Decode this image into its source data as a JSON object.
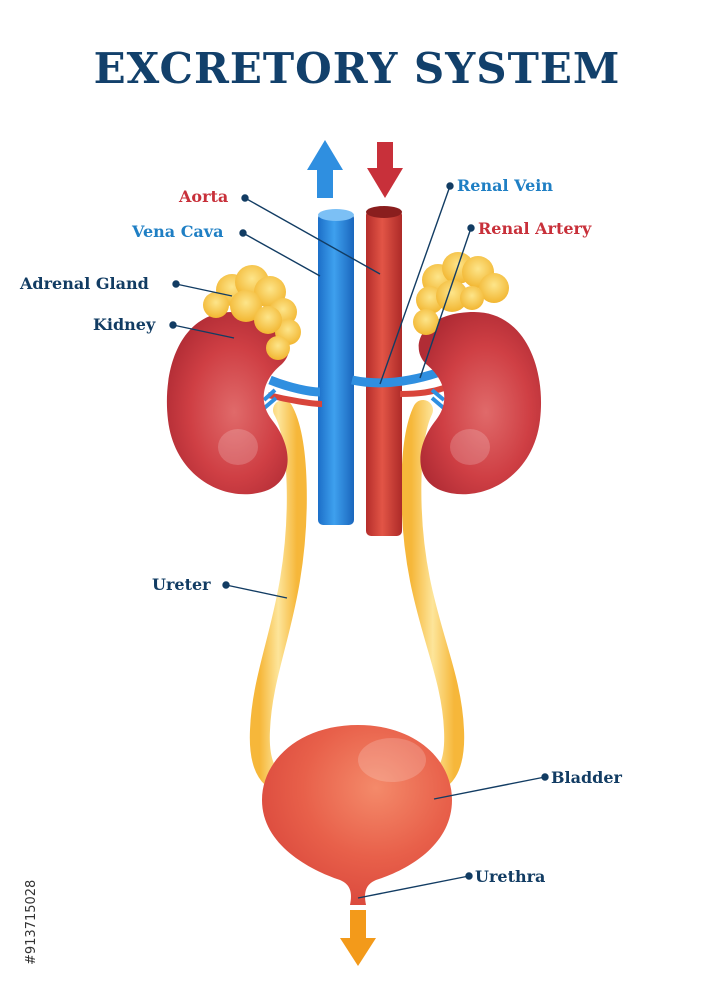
{
  "title": "EXCRETORY SYSTEM",
  "stock_id": "#913715028",
  "colors": {
    "navy": "#123c63",
    "title": "#12406b",
    "red_label": "#c8303a",
    "blue_label": "#1f7fc4",
    "vein_blue": "#2f8fe0",
    "artery_red": "#d8453b",
    "kidney_red": "#c93a3f",
    "adrenal_yellow": "#f6c84a",
    "ureter_yellow": "#f8cf5a",
    "bladder": "#e8604a",
    "arrow_orange": "#f39a1a"
  },
  "labels": {
    "aorta": "Aorta",
    "vena_cava": "Vena Cava",
    "adrenal_gland": "Adrenal Gland",
    "kidney": "Kidney",
    "renal_vein": "Renal Vein",
    "renal_artery": "Renal Artery",
    "ureter": "Ureter",
    "bladder": "Bladder",
    "urethra": "Urethra"
  }
}
